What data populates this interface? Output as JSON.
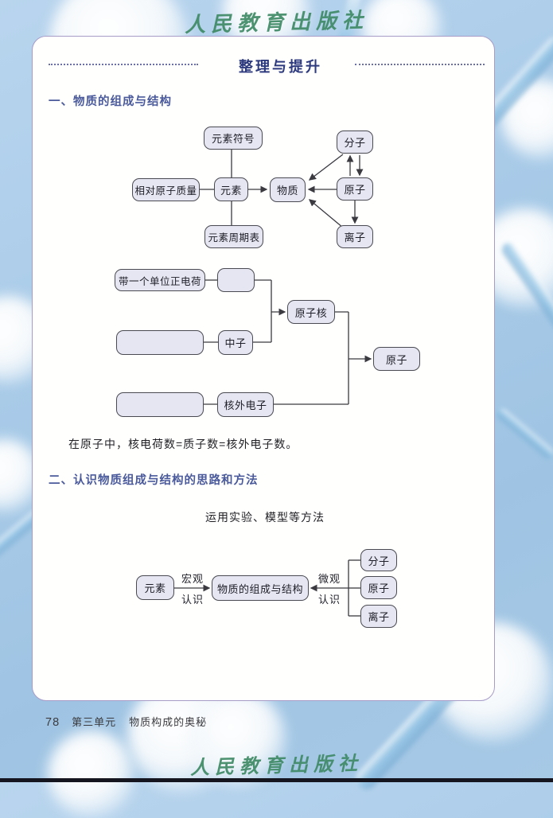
{
  "watermark": {
    "publisher": "人民教育出版社"
  },
  "card": {
    "title": "整理与提升"
  },
  "section1": {
    "heading": "一、物质的组成与结构",
    "note": "在原子中，核电荷数=质子数=核外电子数。"
  },
  "section2": {
    "heading": "二、认识物质组成与结构的思路和方法",
    "method": "运用实验、模型等方法"
  },
  "diagram1": {
    "nodes": {
      "element_symbol": "元素符号",
      "relative_atomic_mass": "相对原子质量",
      "element": "元素",
      "matter": "物质",
      "periodic_table": "元素周期表",
      "molecule": "分子",
      "atom": "原子",
      "ion": "离子"
    }
  },
  "diagram2": {
    "nodes": {
      "positive_charge": "带一个单位正电荷",
      "blank_top": "",
      "blank_middle": "",
      "neutron": "中子",
      "nucleus": "原子核",
      "blank_bottom": "",
      "outer_electrons": "核外电子",
      "atom": "原子"
    }
  },
  "diagram3": {
    "nodes": {
      "element": "元素",
      "core": "物质的组成与结构",
      "molecule": "分子",
      "atom": "原子",
      "ion": "离子"
    },
    "edge_labels": {
      "macro_top": "宏观",
      "macro_bottom": "认识",
      "micro_top": "微观",
      "micro_bottom": "认识"
    }
  },
  "footer": {
    "page_number": "78",
    "unit_label": "第三单元",
    "unit_title": "物质构成的奥秘"
  },
  "colors": {
    "accent_title": "#2d3a7d",
    "accent_heading": "#4a5a9b",
    "box_fill": "#e6e6f2",
    "box_border": "#4a4a52",
    "connector_line": "#3a3a40",
    "watermark_green": "#3f8a66",
    "card_border": "#a79cc8",
    "background_blue": "#a9cbe8"
  }
}
